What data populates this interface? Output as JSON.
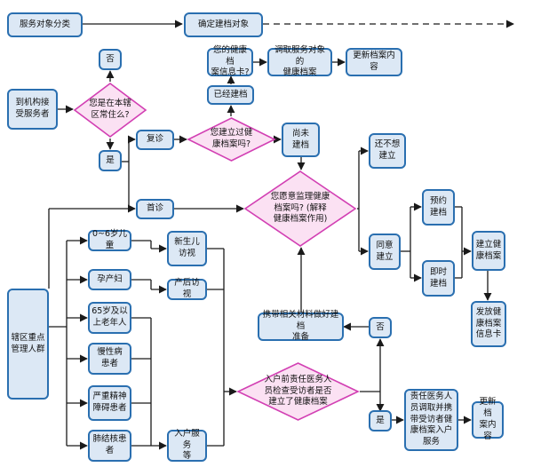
{
  "top": {
    "classify": "服务对象分类",
    "confirm": "确定建档对象"
  },
  "left": {
    "receive": "到机构接\n受服务者",
    "key_groups": "辖区重点\n管理人群"
  },
  "decisions": {
    "resident": "您是在本辖\n区常住么?",
    "record_created": "您建立过健\n康档案吗?",
    "willing": "您愿意监理健康\n档案吗? (解释\n健康档案作用)",
    "pre_visit": "入户前责任医务人\n员检查受访者是否\n建立了健康档案"
  },
  "labels": {
    "no": "否",
    "yes": "是",
    "revisit": "复诊",
    "first": "首诊",
    "created": "已经建档",
    "not_created": "尚未\n建档",
    "not_want": "还不想\n建立",
    "agree": "同意\n建立",
    "appointment": "预约\n建档",
    "immediate": "即时\n建档",
    "no2": "否",
    "yes2": "是"
  },
  "steps": {
    "has_card": "您的健康档\n案信息卡?",
    "retrieve": "调取服务对象的\n健康档案",
    "update": "更新档案内容",
    "build": "建立健\n康档案",
    "issue_card": "发放健\n康档案\n信息卡",
    "bring": "携带相关材料做好建档\n准备",
    "doctor": "责任医务人\n员调取并携\n带受访者健\n康档案入户\n服务",
    "update2": "更新档\n案内容"
  },
  "groups": [
    "0~6岁儿童",
    "孕产妇",
    "65岁及以\n上老年人",
    "慢性病\n患者",
    "严重精神\n障碍患者",
    "肺结核患\n者"
  ],
  "visits": {
    "newborn": "新生儿\n访视",
    "postpartum": "产后访视",
    "home": "入户服务\n等"
  },
  "colors": {
    "border": "#2a6fb0",
    "fill": "#dce8f5",
    "diamond_border": "#d23fb3",
    "diamond_fill": "#fbe1f3",
    "line": "#1a1a1a"
  }
}
